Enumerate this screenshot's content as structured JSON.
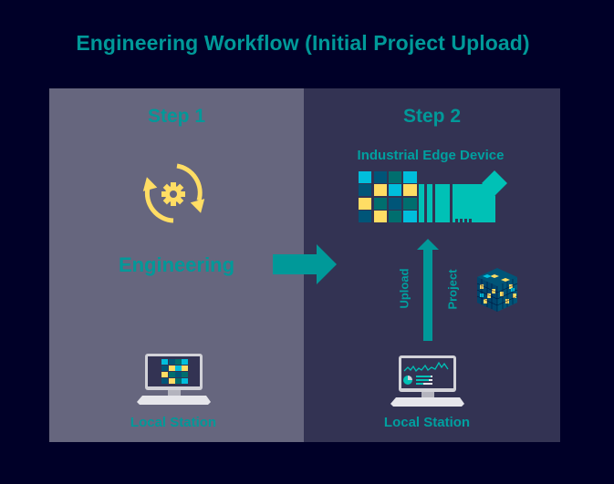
{
  "title": "Engineering Workflow (Initial Project Upload)",
  "colors": {
    "background": "#000028",
    "panel_step1": "#66667e",
    "panel_step2": "#333353",
    "accent_teal": "#009999",
    "device_teal": "#00c1b6",
    "yellow": "#ffdd64",
    "cyan": "#00bedc",
    "dark_blue": "#005578",
    "dark_teal": "#006e6e"
  },
  "step1": {
    "heading": "Step 1",
    "icon": "sync-gear-icon",
    "label": "Engineering",
    "station_label": "Local Station",
    "station_icon": "computer-grid-icon"
  },
  "step2": {
    "heading": "Step 2",
    "device_label": "Industrial Edge Device",
    "device_icon": "industrial-edge-device-icon",
    "upload_label": "Upload",
    "project_label": "Project",
    "project_icon": "cube-icon",
    "station_label": "Local Station",
    "station_icon": "computer-chart-icon"
  },
  "transition_arrow": "arrow-right-icon"
}
